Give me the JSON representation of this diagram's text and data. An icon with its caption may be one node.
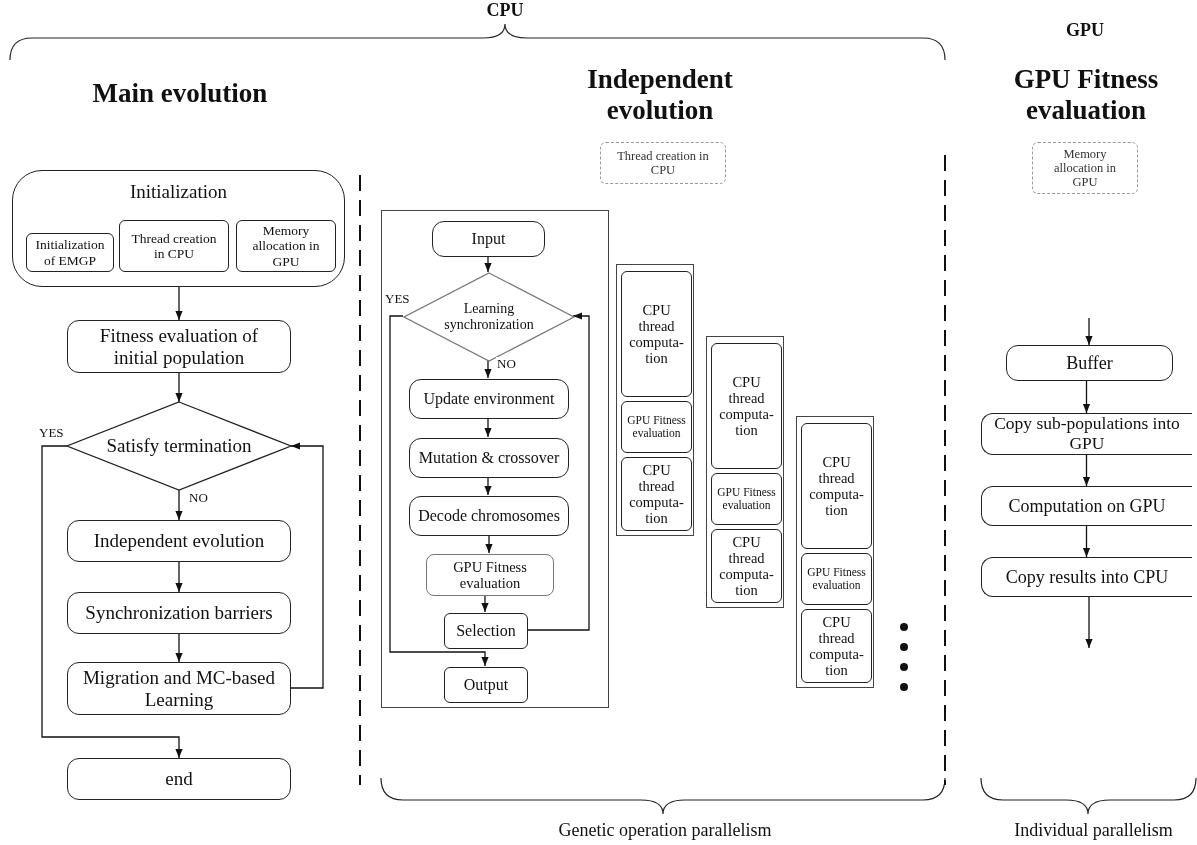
{
  "diagram": {
    "nodes": [
      {
        "text": [
          "Initialization"
        ]
      },
      {
        "text": [
          "Initialization of EMGP"
        ],
        "in": 0
      },
      {
        "text": [
          "Thread creation in CPU"
        ],
        "in": 0
      },
      {
        "text": [
          "Memory allocation in GPU"
        ],
        "in": 0
      },
      {
        "text": [
          "Fitness evaluation of initial population"
        ]
      },
      {
        "text": [
          "Satisfy termination"
        ]
      },
      {
        "text": [
          "Independent evolution"
        ]
      },
      {
        "text": [
          "Synchronization barriers"
        ]
      },
      {
        "text": [
          "Migration and MC-based Learning"
        ]
      },
      {
        "text": [
          "end"
        ]
      },
      {
        "text": [
          "Thread creation in CPU"
        ]
      },
      {
        "text": [],
        "shape": "box"
      },
      {
        "text": [
          "Input"
        ],
        "in": 11
      },
      {
        "text": [
          "Learning synchronization"
        ],
        "in": 11
      },
      {
        "text": [
          "Update environment"
        ],
        "in": 11
      },
      {
        "text": [
          "Mutation & crossover"
        ],
        "in": 11
      },
      {
        "text": [
          "Decode chromosomes"
        ],
        "in": 11
      },
      {
        "text": [
          "GPU Fitness evaluation"
        ],
        "in": 11
      },
      {
        "text": [
          "Selection"
        ],
        "in": 11
      },
      {
        "text": [
          "Output"
        ],
        "in": 11
      },
      {
        "text": [],
        "shape": "box"
      },
      {
        "text": [
          "CPU thread computa-tion"
        ],
        "in": 20
      },
      {
        "text": [
          "GPU Fitness evaluation"
        ],
        "in": 20
      },
      {
        "text": [
          "CPU thread computa-tion"
        ],
        "in": 20
      },
      {
        "text": [],
        "shape": "box"
      },
      {
        "text": [
          "CPU thread computa-tion"
        ],
        "in": 24
      },
      {
        "text": [
          "GPU Fitness evaluation"
        ],
        "in": 24
      },
      {
        "text": [
          "CPU thread computa-tion"
        ],
        "in": 24
      },
      {
        "text": [],
        "shape": "box"
      },
      {
        "text": [
          "CPU thread computa-tion"
        ],
        "in": 28
      },
      {
        "text": [
          "GPU Fitness evaluation"
        ],
        "in": 28
      },
      {
        "text": [
          "CPU thread computa-tion"
        ],
        "in": 28
      },
      {
        "text": [
          "Memory allocation in GPU"
        ]
      },
      {
        "text": [
          "Buffer"
        ]
      },
      {
        "text": [
          "Copy sub-populations into GPU"
        ]
      },
      {
        "text": [
          "Computation on GPU"
        ]
      },
      {
        "text": [
          "Copy results into CPU"
        ]
      }
    ],
    "edges": [
      {
        "from": 0,
        "to": 4,
        "arrow": "to"
      },
      {
        "from": 4,
        "to": 5,
        "arrow": "to"
      },
      {
        "from": 5,
        "to": 6,
        "arrow": "to",
        "label": "NO"
      },
      {
        "from": 6,
        "to": 7,
        "arrow": "to"
      },
      {
        "from": 7,
        "to": 8,
        "arrow": "to"
      },
      {
        "from": 8,
        "to": 5,
        "arrow": "to"
      },
      {
        "from": 5,
        "to": 9,
        "arrow": "to",
        "label": "YES"
      },
      {
        "from": 12,
        "to": 13,
        "arrow": "to"
      },
      {
        "from": 13,
        "to": 14,
        "arrow": "to",
        "label": "NO"
      },
      {
        "from": 14,
        "to": 15,
        "arrow": "to"
      },
      {
        "from": 15,
        "to": 16,
        "arrow": "to"
      },
      {
        "from": 16,
        "to": 17,
        "arrow": "to"
      },
      {
        "from": 17,
        "to": 18,
        "arrow": "to"
      },
      {
        "from": 18,
        "to": 13,
        "arrow": "to"
      },
      {
        "from": 13,
        "to": 19,
        "arrow": "to",
        "label": "YES"
      },
      {
        "from": null,
        "to": 33,
        "arrow": "to"
      },
      {
        "from": 33,
        "to": 34,
        "arrow": "to"
      },
      {
        "from": 34,
        "to": 35,
        "arrow": "to"
      },
      {
        "from": 35,
        "to": 36,
        "arrow": "to"
      },
      {
        "from": 36,
        "to": null,
        "arrow": "to"
      }
    ],
    "labels": [
      "CPU",
      "GPU",
      "Main evolution",
      "Independent evolution",
      "GPU Fitness evaluation",
      "Genetic operation parallelism",
      "Individual parallelism"
    ]
  }
}
